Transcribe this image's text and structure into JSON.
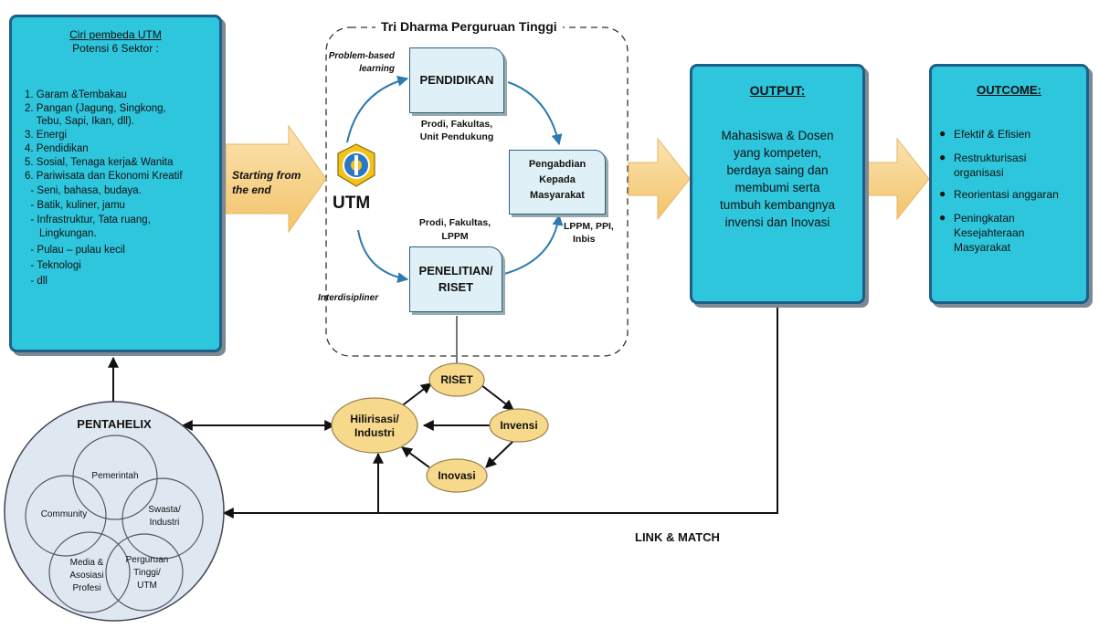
{
  "left_box": {
    "title": "Ciri pembeda UTM",
    "subtitle": "Potensi 6 Sektor :",
    "items": [
      "1. Garam &Tembakau",
      "2. Pangan (Jagung, Singkong,",
      "    Tebu, Sapi, Ikan, dll).",
      "3. Energi",
      "4. Pendidikan",
      "5. Sosial, Tenaga kerja& Wanita",
      "6. Pariwisata dan Ekonomi Kreatif",
      "  - Seni, bahasa, budaya.",
      "  - Batik, kuliner, jamu",
      "  - Infrastruktur, Tata ruang,",
      "     Lingkungan.",
      "  - Pulau – pulau kecil",
      "  - Teknologi",
      "  - dll"
    ]
  },
  "starting_arrow": {
    "line1": "Starting from",
    "line2": "the end"
  },
  "tri_dharma": {
    "title": "Tri Dharma Perguruan Tinggi",
    "problem_based": [
      "Problem-based",
      "learning"
    ],
    "pendidikan": "PENDIDIKAN",
    "pendidikan_sub": [
      "Prodi, Fakultas,",
      "Unit Pendukung"
    ],
    "utm": "UTM",
    "pengabdian": [
      "Pengabdian",
      "Kepada",
      "Masyarakat"
    ],
    "pengabdian_sub": [
      "LPPM, PPI,",
      "Inbis"
    ],
    "penelitian_sub": [
      "Prodi, Fakultas,",
      "LPPM"
    ],
    "penelitian": [
      "PENELITIAN/",
      "RISET"
    ],
    "interdisipliner": "Interdisipliner"
  },
  "output": {
    "title": "OUTPUT:",
    "lines": [
      "Mahasiswa & Dosen",
      "yang kompeten,",
      "berdaya saing dan",
      "membumi serta",
      "tumbuh kembangnya",
      "invensi dan Inovasi"
    ]
  },
  "outcome": {
    "title": "OUTCOME:",
    "items": [
      [
        "Efektif & Efisien"
      ],
      [
        "Restrukturisasi",
        "organisasi"
      ],
      [
        "Reorientasi anggaran"
      ],
      [
        "Peningkatan",
        "Kesejahteraan",
        "Masyarakat"
      ]
    ]
  },
  "cycle": {
    "riset": "RISET",
    "invensi": "Invensi",
    "inovasi": "Inovasi",
    "hilirisasi": [
      "Hilirisasi/",
      "Industri"
    ]
  },
  "pentahelix": {
    "title": "PENTAHELIX",
    "pemerintah": "Pemerintah",
    "community": "Community",
    "swasta": [
      "Swasta/",
      "Industri"
    ],
    "media": [
      "Media &",
      "Asosiasi",
      "Profesi"
    ],
    "perguruan": [
      "Perguruan",
      "Tinggi/",
      "UTM"
    ]
  },
  "link_match": "LINK & MATCH",
  "colors": {
    "box": "#2ec6dd",
    "border": "#1d5f88",
    "oval": "#f6d98a",
    "arrow": "#f7cf86",
    "inner_box": "#dff0f6",
    "pentahelix": "#dfe8f1"
  }
}
